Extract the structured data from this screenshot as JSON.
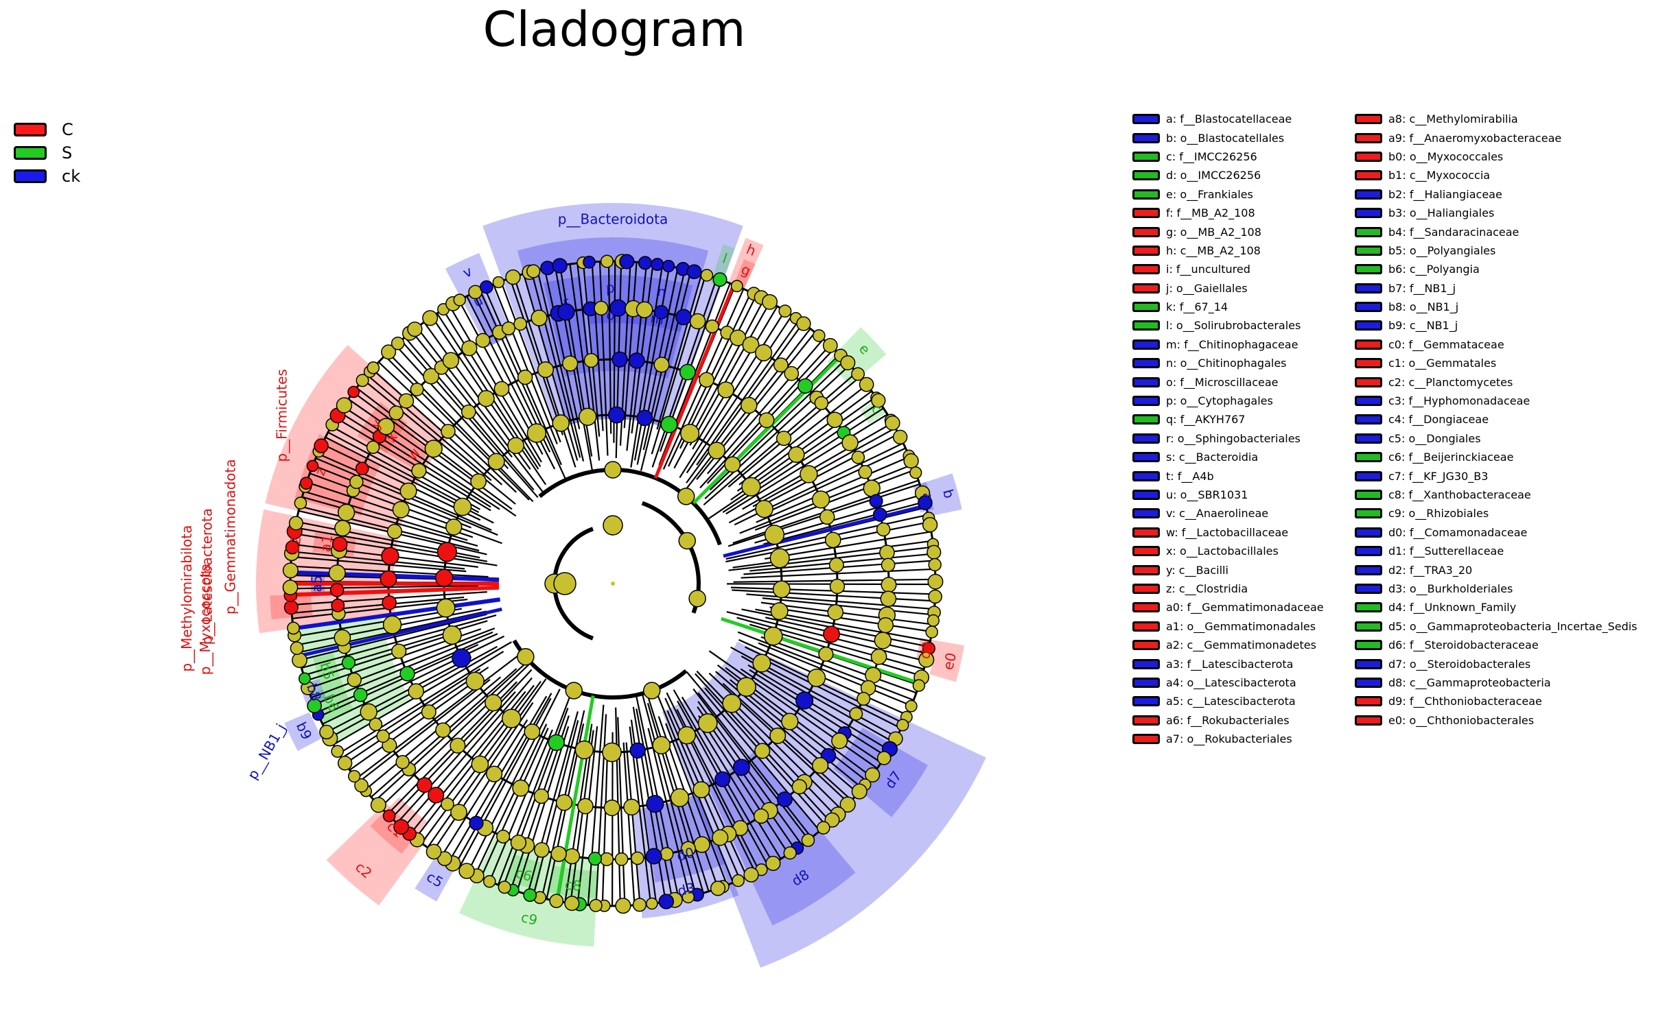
{
  "title": "Cladogram",
  "colors": {
    "C": "#ff0000",
    "S": "#00cc00",
    "ck": "#0000ff",
    "node": "#c8c030",
    "branch": "#000000"
  },
  "groups": [
    {
      "label": "C",
      "color": "#ff1a1a"
    },
    {
      "label": "S",
      "color": "#22cc22"
    },
    {
      "label": "ck",
      "color": "#1a1aee"
    }
  ],
  "clade_labels": {
    "bacteroidota": "p__Bacteroidota",
    "firmicutes": "p__Firmicutes",
    "gemmatimonadota": "p__Gemmatimonadota",
    "latescibacterota": "p__Latescibacterota",
    "methylomirabilota": "p__Methylomirabilota",
    "myxococcota": "p__Myxococcota",
    "nb1j": "p__NB1_j"
  },
  "legend_items": [
    {
      "key": "a",
      "text": "a: f__Blastocatellaceae",
      "group": "ck"
    },
    {
      "key": "b",
      "text": "b: o__Blastocatellales",
      "group": "ck"
    },
    {
      "key": "c",
      "text": "c: f__IMCC26256",
      "group": "S"
    },
    {
      "key": "d",
      "text": "d: o__IMCC26256",
      "group": "S"
    },
    {
      "key": "e",
      "text": "e: o__Frankiales",
      "group": "S"
    },
    {
      "key": "f",
      "text": "f: f__MB_A2_108",
      "group": "C"
    },
    {
      "key": "g",
      "text": "g: o__MB_A2_108",
      "group": "C"
    },
    {
      "key": "h",
      "text": "h: c__MB_A2_108",
      "group": "C"
    },
    {
      "key": "i",
      "text": "i: f__uncultured",
      "group": "C"
    },
    {
      "key": "j",
      "text": "j: o__Gaiellales",
      "group": "C"
    },
    {
      "key": "k",
      "text": "k: f__67_14",
      "group": "S"
    },
    {
      "key": "l",
      "text": "l: o__Solirubrobacterales",
      "group": "S"
    },
    {
      "key": "m",
      "text": "m: f__Chitinophagaceae",
      "group": "ck"
    },
    {
      "key": "n",
      "text": "n: o__Chitinophagales",
      "group": "ck"
    },
    {
      "key": "o",
      "text": "o: f__Microscillaceae",
      "group": "ck"
    },
    {
      "key": "p",
      "text": "p: o__Cytophagales",
      "group": "ck"
    },
    {
      "key": "q",
      "text": "q: f__AKYH767",
      "group": "S"
    },
    {
      "key": "r",
      "text": "r: o__Sphingobacteriales",
      "group": "ck"
    },
    {
      "key": "s",
      "text": "s: c__Bacteroidia",
      "group": "ck"
    },
    {
      "key": "t",
      "text": "t: f__A4b",
      "group": "ck"
    },
    {
      "key": "u",
      "text": "u: o__SBR1031",
      "group": "ck"
    },
    {
      "key": "v",
      "text": "v: c__Anaerolineae",
      "group": "ck"
    },
    {
      "key": "w",
      "text": "w: f__Lactobacillaceae",
      "group": "C"
    },
    {
      "key": "x",
      "text": "x: o__Lactobacillales",
      "group": "C"
    },
    {
      "key": "y",
      "text": "y: c__Bacilli",
      "group": "C"
    },
    {
      "key": "z",
      "text": "z: c__Clostridia",
      "group": "C"
    },
    {
      "key": "a0",
      "text": "a0: f__Gemmatimonadaceae",
      "group": "C"
    },
    {
      "key": "a1",
      "text": "a1: o__Gemmatimonadales",
      "group": "C"
    },
    {
      "key": "a2",
      "text": "a2: c__Gemmatimonadetes",
      "group": "C"
    },
    {
      "key": "a3",
      "text": "a3: f__Latescibacterota",
      "group": "ck"
    },
    {
      "key": "a4",
      "text": "a4: o__Latescibacterota",
      "group": "ck"
    },
    {
      "key": "a5",
      "text": "a5: c__Latescibacterota",
      "group": "ck"
    },
    {
      "key": "a6",
      "text": "a6: f__Rokubacteriales",
      "group": "C"
    },
    {
      "key": "a7",
      "text": "a7: o__Rokubacteriales",
      "group": "C"
    },
    {
      "key": "a8",
      "text": "a8: c__Methylomirabilia",
      "group": "C"
    },
    {
      "key": "a9",
      "text": "a9: f__Anaeromyxobacteraceae",
      "group": "C"
    },
    {
      "key": "b0",
      "text": "b0: o__Myxococcales",
      "group": "C"
    },
    {
      "key": "b1",
      "text": "b1: c__Myxococcia",
      "group": "C"
    },
    {
      "key": "b2",
      "text": "b2: f__Haliangiaceae",
      "group": "ck"
    },
    {
      "key": "b3",
      "text": "b3: o__Haliangiales",
      "group": "ck"
    },
    {
      "key": "b4",
      "text": "b4: f__Sandaracinaceae",
      "group": "S"
    },
    {
      "key": "b5",
      "text": "b5: o__Polyangiales",
      "group": "S"
    },
    {
      "key": "b6",
      "text": "b6: c__Polyangia",
      "group": "S"
    },
    {
      "key": "b7",
      "text": "b7: f__NB1_j",
      "group": "ck"
    },
    {
      "key": "b8",
      "text": "b8: o__NB1_j",
      "group": "ck"
    },
    {
      "key": "b9",
      "text": "b9: c__NB1_j",
      "group": "ck"
    },
    {
      "key": "c0",
      "text": "c0: f__Gemmataceae",
      "group": "C"
    },
    {
      "key": "c1",
      "text": "c1: o__Gemmatales",
      "group": "C"
    },
    {
      "key": "c2",
      "text": "c2: c__Planctomycetes",
      "group": "C"
    },
    {
      "key": "c3",
      "text": "c3: f__Hyphomonadaceae",
      "group": "ck"
    },
    {
      "key": "c4",
      "text": "c4: f__Dongiaceae",
      "group": "ck"
    },
    {
      "key": "c5",
      "text": "c5: o__Dongiales",
      "group": "ck"
    },
    {
      "key": "c6",
      "text": "c6: f__Beijerinckiaceae",
      "group": "S"
    },
    {
      "key": "c7",
      "text": "c7: f__KF_JG30_B3",
      "group": "ck"
    },
    {
      "key": "c8",
      "text": "c8: f__Xanthobacteraceae",
      "group": "S"
    },
    {
      "key": "c9",
      "text": "c9: o__Rhizobiales",
      "group": "S"
    },
    {
      "key": "d0",
      "text": "d0: f__Comamonadaceae",
      "group": "ck"
    },
    {
      "key": "d1",
      "text": "d1: f__Sutterellaceae",
      "group": "ck"
    },
    {
      "key": "d2",
      "text": "d2: f__TRA3_20",
      "group": "ck"
    },
    {
      "key": "d3",
      "text": "d3: o__Burkholderiales",
      "group": "ck"
    },
    {
      "key": "d4",
      "text": "d4: f__Unknown_Family",
      "group": "S"
    },
    {
      "key": "d5",
      "text": "d5: o__Gammaproteobacteria_Incertae_Sedis",
      "group": "S"
    },
    {
      "key": "d6",
      "text": "d6: f__Steroidobacteraceae",
      "group": "S"
    },
    {
      "key": "d7",
      "text": "d7: o__Steroidobacterales",
      "group": "ck"
    },
    {
      "key": "d8",
      "text": "d8: c__Gammaproteobacteria",
      "group": "ck"
    },
    {
      "key": "d9",
      "text": "d9: f__Chthoniobacteraceae",
      "group": "C"
    },
    {
      "key": "e0",
      "text": "e0: o__Chthoniobacterales",
      "group": "C"
    }
  ]
}
